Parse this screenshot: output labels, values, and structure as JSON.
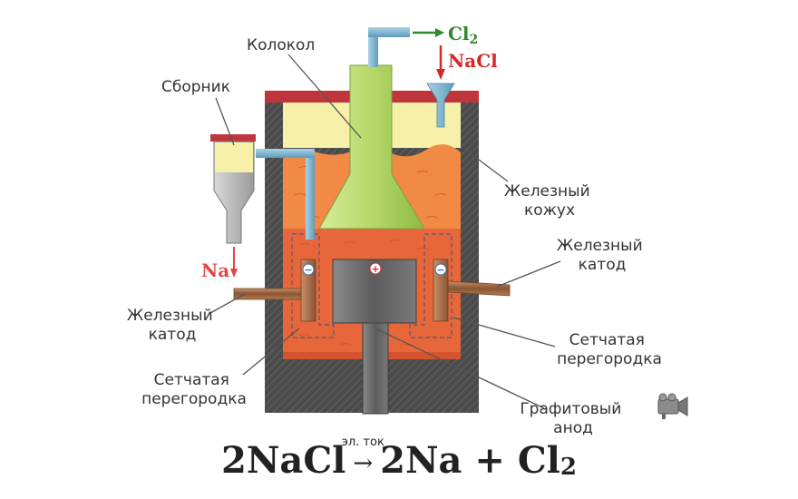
{
  "labels": {
    "bell": "Колокол",
    "collector": "Сборник",
    "casing": [
      "Железный",
      "кожух"
    ],
    "cathode_right": [
      "Железный",
      "катод"
    ],
    "cathode_left": [
      "Железный",
      "катод"
    ],
    "partition_right": [
      "Сетчатая",
      "перегородка"
    ],
    "partition_left": [
      "Сетчатая",
      "перегородка"
    ],
    "anode": [
      "Графитовый",
      "анод"
    ]
  },
  "chemicals": {
    "chlorine_out": "Cl",
    "chlorine_sub": "2",
    "salt_in": "NaCl",
    "sodium_out": "Na"
  },
  "electrode_signs": {
    "cathode": "−",
    "anode": "+"
  },
  "equation": {
    "left": "2NaCl",
    "condition": "эл. ток",
    "arrow": "→",
    "right_a": "2Na + Cl",
    "right_sub": "2"
  },
  "icons": {
    "camera": "video-camera-icon"
  },
  "colors": {
    "casing": "#505050",
    "lid": "#c0353b",
    "melt": "#e8673a",
    "melt_light": "#f3934c",
    "vapor": "#f7f0a8",
    "bell": "#b5d86a",
    "graphite": "#6b6b6b",
    "copper": "#a06a45",
    "pipe": "#7ab3cf",
    "cl2": "#2d8a2d",
    "nacl": "#d62828",
    "na": "#e04848"
  }
}
